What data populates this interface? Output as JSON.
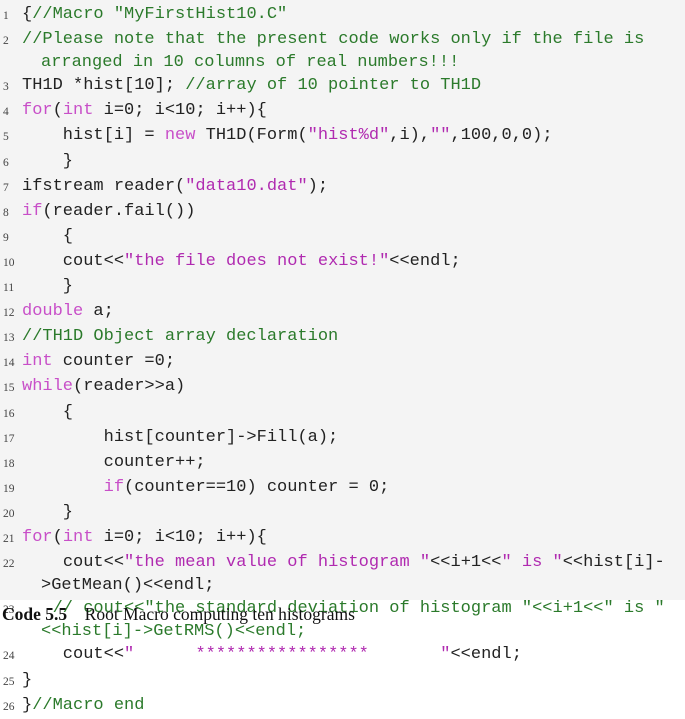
{
  "colors": {
    "background": "#f4f4f4",
    "comment": "#2b7a2b",
    "keyword": "#c84fc8",
    "string": "#b02ab0",
    "plain": "#222222"
  },
  "code": {
    "lines": [
      {
        "n": "1",
        "wrap": false,
        "tokens": [
          [
            "pl",
            "{"
          ],
          [
            "cm",
            "//Macro \"MyFirstHist10.C\""
          ]
        ]
      },
      {
        "n": "2",
        "wrap": true,
        "tokens": [
          [
            "cm",
            "//Please note that the present code works only if the file is arranged in 10 columns of real numbers!!!"
          ]
        ]
      },
      {
        "n": "3",
        "wrap": false,
        "tokens": [
          [
            "pl",
            "TH1D *hist[10]; "
          ],
          [
            "cm",
            "//array of 10 pointer to TH1D"
          ]
        ]
      },
      {
        "n": "4",
        "wrap": false,
        "tokens": [
          [
            "kw",
            "for"
          ],
          [
            "pl",
            "("
          ],
          [
            "kw",
            "int"
          ],
          [
            "pl",
            " i=0; i<10; i++){"
          ]
        ]
      },
      {
        "n": "5",
        "wrap": false,
        "tokens": [
          [
            "pl",
            "    hist[i] = "
          ],
          [
            "kw",
            "new"
          ],
          [
            "pl",
            " TH1D(Form("
          ],
          [
            "st",
            "\"hist%d\""
          ],
          [
            "pl",
            ",i),"
          ],
          [
            "st",
            "\"\""
          ],
          [
            "pl",
            ",100,0,0);"
          ]
        ]
      },
      {
        "n": "6",
        "wrap": false,
        "tokens": [
          [
            "pl",
            "    }"
          ]
        ]
      },
      {
        "n": "7",
        "wrap": false,
        "tokens": [
          [
            "pl",
            "ifstream reader("
          ],
          [
            "st",
            "\"data10.dat\""
          ],
          [
            "pl",
            ");"
          ]
        ]
      },
      {
        "n": "8",
        "wrap": false,
        "tokens": [
          [
            "kw",
            "if"
          ],
          [
            "pl",
            "(reader.fail())"
          ]
        ]
      },
      {
        "n": "9",
        "wrap": false,
        "tokens": [
          [
            "pl",
            "    {"
          ]
        ]
      },
      {
        "n": "10",
        "wrap": false,
        "tokens": [
          [
            "pl",
            "    cout<<"
          ],
          [
            "st",
            "\"the file does not exist!\""
          ],
          [
            "pl",
            "<<endl;"
          ]
        ]
      },
      {
        "n": "11",
        "wrap": false,
        "tokens": [
          [
            "pl",
            "    }"
          ]
        ]
      },
      {
        "n": "12",
        "wrap": false,
        "tokens": [
          [
            "kw",
            "double"
          ],
          [
            "pl",
            " a;"
          ]
        ]
      },
      {
        "n": "13",
        "wrap": false,
        "tokens": [
          [
            "cm",
            "//TH1D Object array declaration"
          ]
        ]
      },
      {
        "n": "14",
        "wrap": false,
        "tokens": [
          [
            "kw",
            "int"
          ],
          [
            "pl",
            " counter =0;"
          ]
        ]
      },
      {
        "n": "15",
        "wrap": false,
        "tokens": [
          [
            "kw",
            "while"
          ],
          [
            "pl",
            "(reader>>a)"
          ]
        ]
      },
      {
        "n": "16",
        "wrap": false,
        "tokens": [
          [
            "pl",
            "    {"
          ]
        ]
      },
      {
        "n": "17",
        "wrap": false,
        "tokens": [
          [
            "pl",
            "        hist[counter]->Fill(a);"
          ]
        ]
      },
      {
        "n": "18",
        "wrap": false,
        "tokens": [
          [
            "pl",
            "        counter++;"
          ]
        ]
      },
      {
        "n": "19",
        "wrap": false,
        "tokens": [
          [
            "pl",
            "        "
          ],
          [
            "kw",
            "if"
          ],
          [
            "pl",
            "(counter==10) counter = 0;"
          ]
        ]
      },
      {
        "n": "20",
        "wrap": false,
        "tokens": [
          [
            "pl",
            "    }"
          ]
        ]
      },
      {
        "n": "21",
        "wrap": false,
        "tokens": [
          [
            "kw",
            "for"
          ],
          [
            "pl",
            "("
          ],
          [
            "kw",
            "int"
          ],
          [
            "pl",
            " i=0; i<10; i++){"
          ]
        ]
      },
      {
        "n": "22",
        "wrap": true,
        "tokens": [
          [
            "pl",
            "    cout<<"
          ],
          [
            "st",
            "\"the mean value of histogram \""
          ],
          [
            "pl",
            "<<i+1<<"
          ],
          [
            "st",
            "\" is \""
          ],
          [
            "pl",
            "<<hist[i]->GetMean()<<endl;"
          ]
        ]
      },
      {
        "n": "23",
        "wrap": true,
        "tokens": [
          [
            "pl",
            "   "
          ],
          [
            "cm",
            "// cout<<\"the standard deviation of histogram \"<<i+1<<\" is \"<<hist[i]->GetRMS()<<endl;"
          ]
        ]
      },
      {
        "n": "24",
        "wrap": false,
        "tokens": [
          [
            "pl",
            "    cout<<"
          ],
          [
            "st",
            "\"      *****************       \""
          ],
          [
            "pl",
            "<<endl;"
          ]
        ]
      },
      {
        "n": "25",
        "wrap": false,
        "tokens": [
          [
            "pl",
            "}"
          ]
        ]
      },
      {
        "n": "26",
        "wrap": false,
        "tokens": [
          [
            "pl",
            "}"
          ],
          [
            "cm",
            "//Macro end"
          ]
        ]
      }
    ]
  },
  "caption": {
    "label": "Code 5.5",
    "text": "Root Macro computing ten histograms"
  }
}
